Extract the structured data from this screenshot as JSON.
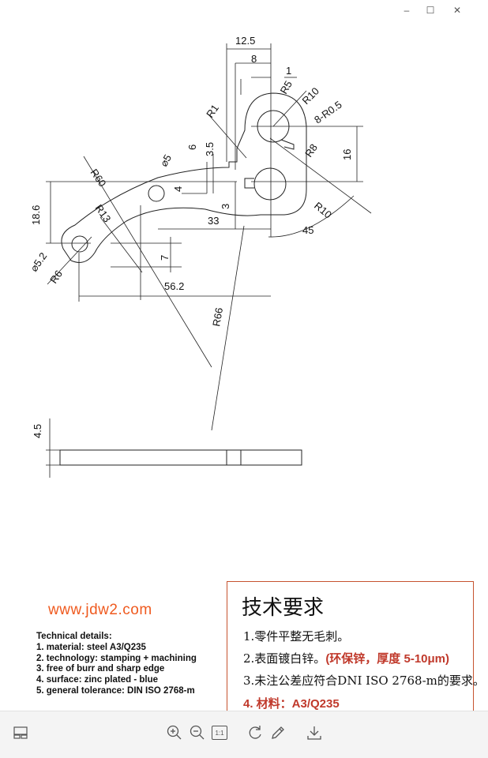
{
  "window": {
    "controls": {
      "minimize": "–",
      "maximize": "☐",
      "close": "✕"
    }
  },
  "drawing": {
    "dims": {
      "d12_5": "12.5",
      "d8": "8",
      "d1": "1",
      "r5": "R5",
      "r10_top": "R10",
      "r1": "R1",
      "r8_0_5": "8-R0.5",
      "d6": "6",
      "d3_5": "3.5",
      "d16": "16",
      "r8": "R8",
      "r60": "R60",
      "phi5": "⌀5",
      "d4": "4",
      "d18_6": "18.6",
      "r13": "R13",
      "d3": "3",
      "d33": "33",
      "r10_bottom": "R10",
      "d45": "45",
      "phi5_2": "⌀5.2",
      "d7": "7",
      "r6": "R6",
      "d56_2": "56.2",
      "r66": "R66",
      "d4_5": "4.5"
    }
  },
  "brand": {
    "text": "www.jdw2.com",
    "color": "#ef5a1f"
  },
  "tech_details_en": {
    "heading": "Technical details:",
    "items": [
      "1. material:  steel A3/Q235",
      "2. technology: stamping + machining",
      "3. free of burr and sharp edge",
      "4. surface: zinc plated - blue",
      "5. general tolerance: DIN ISO 2768-m"
    ]
  },
  "tech_requirements_cn": {
    "title": "技术要求",
    "item1": "1.零件平整无毛刺。",
    "item2_main": "2.表面镀白锌。",
    "item2_note": "(环保锌，厚度 5-10μm)",
    "item3": "3.未注公差应符合DNI ISO 2768-m的要求。",
    "item4": "4. 材料：A3/Q235",
    "border_color": "#c6532f",
    "accent_color": "#c0392b"
  },
  "toolbar": {
    "buttons": [
      {
        "name": "layout-icon"
      },
      {
        "name": "zoom-in-icon"
      },
      {
        "name": "zoom-out-icon"
      },
      {
        "name": "actual-size",
        "label": "1:1"
      },
      {
        "name": "rotate-icon"
      },
      {
        "name": "edit-icon"
      },
      {
        "name": "download-icon"
      }
    ]
  }
}
